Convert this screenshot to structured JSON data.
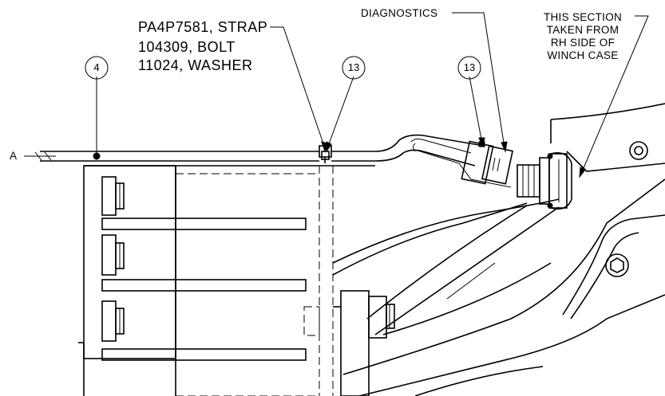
{
  "callouts": {
    "parts": [
      "PA4P7581, STRAP",
      "104309, BOLT",
      "11024, WASHER"
    ],
    "diagnostics": "DIAGNOSTICS",
    "section_note": [
      "THIS SECTION",
      "TAKEN FROM",
      "RH SIDE OF",
      "WINCH CASE"
    ],
    "section_ref": "A"
  },
  "balloons": [
    {
      "id": "balloon-4",
      "text": "4"
    },
    {
      "id": "balloon-13-left",
      "text": "13"
    },
    {
      "id": "balloon-13-right",
      "text": "13"
    }
  ]
}
